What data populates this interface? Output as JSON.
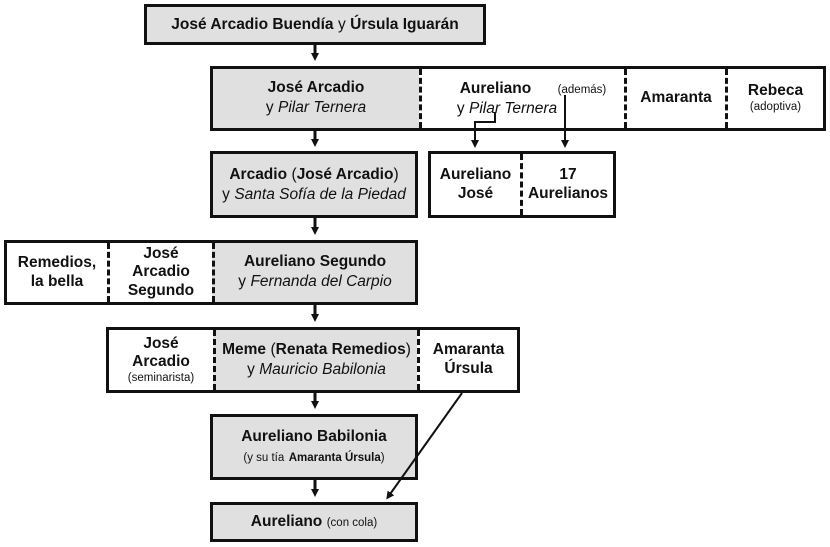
{
  "gen1": {
    "name": "José Arcadio Buendía",
    "y": "y",
    "spouse": "Úrsula Iguarán"
  },
  "gen2": {
    "main": {
      "name": "José Arcadio",
      "y": "y",
      "partner": "Pilar Ternera"
    },
    "aureliano": {
      "name": "Aureliano",
      "note": "(además)",
      "y": "y",
      "partner": "Pilar Ternera"
    },
    "amaranta": {
      "name": "Amaranta"
    },
    "rebeca": {
      "name": "Rebeca",
      "note": "(adoptiva)"
    }
  },
  "gen2_children": {
    "aureliano_jose": {
      "line1": "Aureliano",
      "line2": "José"
    },
    "aurelianos17": {
      "line1": "17",
      "line2": "Aurelianos"
    }
  },
  "gen3": {
    "name": "Arcadio",
    "paren_open": "(",
    "alias": "José Arcadio",
    "paren_close": ")",
    "y": "y",
    "spouse": "Santa Sofía de la Piedad"
  },
  "gen4": {
    "remedios": {
      "line1": "Remedios,",
      "line2": "la bella"
    },
    "jose_arcadio_segundo": {
      "line1": "José Arcadio",
      "line2": "Segundo"
    },
    "main": {
      "name": "Aureliano Segundo",
      "y": "y",
      "spouse": "Fernanda del Carpio"
    }
  },
  "gen5": {
    "jose_arcadio": {
      "name": "José Arcadio",
      "note": "(seminarista)"
    },
    "meme": {
      "name": "Meme",
      "paren_open": "(",
      "alias": "Renata Remedios",
      "paren_close": ")",
      "y": "y",
      "partner": "Mauricio Babilonia"
    },
    "amaranta_ursula": {
      "line1": "Amaranta",
      "line2": "Úrsula"
    }
  },
  "gen6": {
    "name": "Aureliano Babilonia",
    "note_a": "(y su tía",
    "note_b": "Amaranta Úrsula",
    "note_c": ")"
  },
  "gen7": {
    "name": "Aureliano",
    "note": "(con cola)"
  },
  "colors": {
    "line": "#111111",
    "highlight": "#e0e0e0",
    "background": "#ffffff"
  }
}
